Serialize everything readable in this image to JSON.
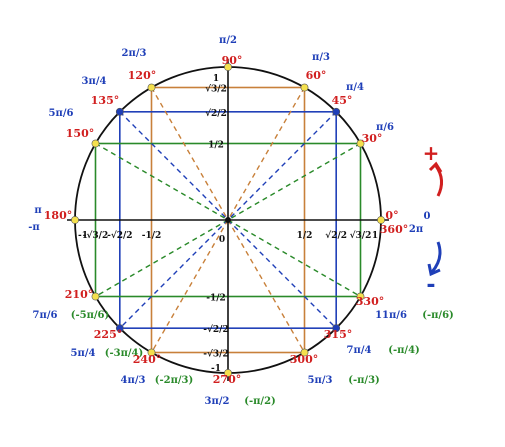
{
  "diagram": {
    "colors": {
      "circle": "#111111",
      "axis": "#111111",
      "orange": "#c8803a",
      "blue": "#1f3fb8",
      "green": "#2a8a2a",
      "point": "#f4e04d",
      "degree_label": "#d11f1f",
      "radian_label": "#1f3fb8",
      "negative_label": "#2a8a2a",
      "plus_arrow": "#d11f1f",
      "minus_arrow": "#1f3fb8"
    },
    "angles": [
      {
        "deg": 0,
        "deg_label": "0°",
        "rad": "0",
        "rad_alt": "2π",
        "neg": "",
        "family": "axis"
      },
      {
        "deg": 30,
        "deg_label": "30°",
        "rad": "π/6",
        "rad_alt": "",
        "neg": "",
        "family": "green"
      },
      {
        "deg": 45,
        "deg_label": "45°",
        "rad": "π/4",
        "rad_alt": "",
        "neg": "",
        "family": "blue"
      },
      {
        "deg": 60,
        "deg_label": "60°",
        "rad": "π/3",
        "rad_alt": "",
        "neg": "",
        "family": "orange"
      },
      {
        "deg": 90,
        "deg_label": "90°",
        "rad": "π/2",
        "rad_alt": "",
        "neg": "",
        "family": "axis"
      },
      {
        "deg": 120,
        "deg_label": "120°",
        "rad": "2π/3",
        "rad_alt": "",
        "neg": "",
        "family": "orange"
      },
      {
        "deg": 135,
        "deg_label": "135°",
        "rad": "3π/4",
        "rad_alt": "",
        "neg": "",
        "family": "blue"
      },
      {
        "deg": 150,
        "deg_label": "150°",
        "rad": "5π/6",
        "rad_alt": "",
        "neg": "",
        "family": "green"
      },
      {
        "deg": 180,
        "deg_label": "180°",
        "rad": "π",
        "rad_alt": "-π",
        "neg": "",
        "family": "axis"
      },
      {
        "deg": 210,
        "deg_label": "210°",
        "rad": "7π/6",
        "rad_alt": "",
        "neg": "(-5π/6)",
        "family": "green"
      },
      {
        "deg": 225,
        "deg_label": "225°",
        "rad": "5π/4",
        "rad_alt": "",
        "neg": "(-3π/4)",
        "family": "blue"
      },
      {
        "deg": 240,
        "deg_label": "240°",
        "rad": "4π/3",
        "rad_alt": "",
        "neg": "(-2π/3)",
        "family": "orange"
      },
      {
        "deg": 270,
        "deg_label": "270°",
        "rad": "3π/2",
        "rad_alt": "",
        "neg": "(-π/2)",
        "family": "axis"
      },
      {
        "deg": 300,
        "deg_label": "300°",
        "rad": "5π/3",
        "rad_alt": "",
        "neg": "(-π/3)",
        "family": "orange"
      },
      {
        "deg": 315,
        "deg_label": "315°",
        "rad": "7π/4",
        "rad_alt": "",
        "neg": "(-π/4)",
        "family": "blue"
      },
      {
        "deg": 330,
        "deg_label": "330°",
        "rad": "11π/6",
        "rad_alt": "",
        "neg": "(-π/6)",
        "family": "green"
      },
      {
        "deg": 360,
        "deg_label": "360°",
        "rad": "",
        "rad_alt": "",
        "neg": "",
        "family": "axis"
      }
    ],
    "x_axis_values": [
      "-1",
      "-√3/2",
      "-√2/2",
      "-1/2",
      "1/2",
      "√2/2",
      "√3/2",
      "1"
    ],
    "y_axis_values": [
      "1",
      "√3/2",
      "√2/2",
      "1/2",
      "-1/2",
      "-√2/2",
      "-√3/2",
      "-1"
    ],
    "origin_label": "0",
    "plus_sign": "+",
    "minus_sign": "-"
  }
}
